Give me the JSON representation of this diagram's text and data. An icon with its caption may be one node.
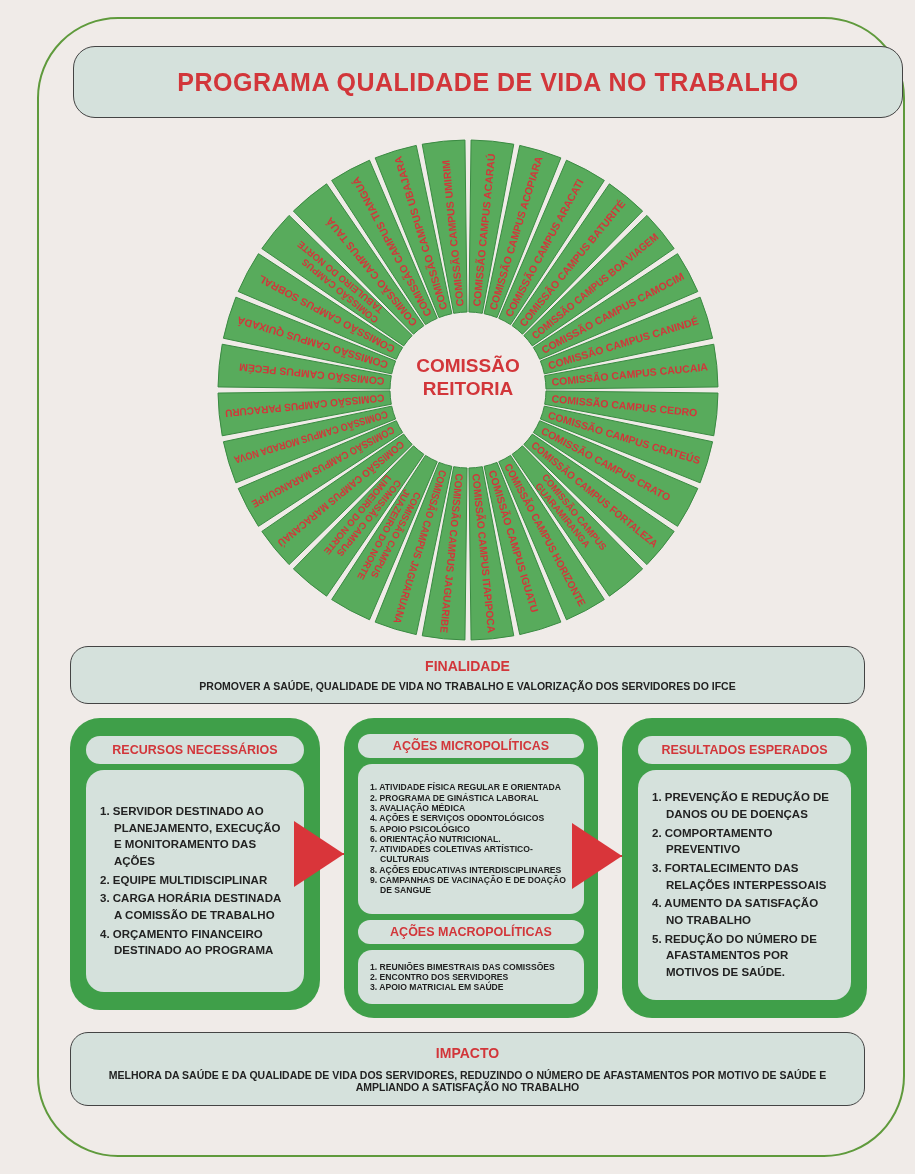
{
  "diagram": {
    "nodes": [
      {
        "text": [
          "PROGRAMA QUALIDADE DE VIDA NO TRABALHO"
        ]
      },
      {
        "text": [
          "COMISSÃO CAMPUS ACARAÚ"
        ]
      },
      {
        "text": [
          "COMISSÃO CAMPUS ACOPIARA"
        ]
      },
      {
        "text": [
          "COMISSÃO CAMPUS ARACATI"
        ]
      },
      {
        "text": [
          "COMISSÃO CAMPUS BATURITÉ"
        ]
      },
      {
        "text": [
          "COMISSÃO CAMPUS BOA VIAGEM"
        ]
      },
      {
        "text": [
          "COMISSÃO CAMPUS CAMOCIM"
        ]
      },
      {
        "text": [
          "COMISSÃO CAMPUS CANINDÉ"
        ]
      },
      {
        "text": [
          "COMISSÃO CAMPUS CAUCAIA"
        ]
      },
      {
        "text": [
          "COMISSÃO CAMPUS CEDRO"
        ]
      },
      {
        "text": [
          "COMISSÃO CAMPUS CRATEÚS"
        ]
      },
      {
        "text": [
          "COMISSÃO CAMPUS CRATO"
        ]
      },
      {
        "text": [
          "COMISSÃO CAMPUS FORTALEZA"
        ]
      },
      {
        "text": [
          "COMISSÃO CAMPUS GUARAMIRANGA"
        ]
      },
      {
        "text": [
          "COMISSÃO CAMPUS HORIZONTE"
        ]
      },
      {
        "text": [
          "COMISSÃO CAMPUS IGUATU"
        ]
      },
      {
        "text": [
          "COMISSÃO CAMPUS ITAPIPOCA"
        ]
      },
      {
        "text": [
          "COMISSÃO CAMPUS JAGUARIBE"
        ]
      },
      {
        "text": [
          "COMISSÃO CAMPUS JAGUARUANA"
        ]
      },
      {
        "text": [
          "COMISSÃO CAMPUS JUAZEIRO DO NORTE"
        ]
      },
      {
        "text": [
          "COMISSÃO CAMPUS LIMOEIRO DO NORTE"
        ]
      },
      {
        "text": [
          "COMISSÃO CAMPUS MARACANAÚ"
        ]
      },
      {
        "text": [
          "COMISSÃO CAMPUS MARANGUAPE"
        ]
      },
      {
        "text": [
          "COMISSÃO CAMPUS MORADA NOVA"
        ]
      },
      {
        "text": [
          "COMISSÃO CAMPUS PARACURU"
        ]
      },
      {
        "text": [
          "COMISSÃO CAMPUS PECÉM"
        ]
      },
      {
        "text": [
          "COMISSÃO CAMPUS QUIXADÁ"
        ]
      },
      {
        "text": [
          "COMISSÃO CAMPUS SOBRAL"
        ]
      },
      {
        "text": [
          "COMISSÃO CAMPUS TABULEIRO DO NORTE"
        ]
      },
      {
        "text": [
          "COMISSÃO CAMPUS TAUÁ"
        ]
      },
      {
        "text": [
          "COMISSÃO CAMPUS TIANGUÁ"
        ]
      },
      {
        "text": [
          "COMISSÃO CAMPUS UBAJARA"
        ]
      },
      {
        "text": [
          "COMISSÃO CAMPUS UMIRIM"
        ]
      },
      {
        "text": [
          "FINALIDADE",
          "PROMOVER A SAÚDE, QUALIDADE DE VIDA NO TRABALHO E VALORIZAÇÃO DOS SERVIDORES DO IFCE"
        ]
      },
      {
        "text": [],
        "shape": "box"
      },
      {
        "text": [
          "RECURSOS NECESSÁRIOS"
        ],
        "in": 34
      },
      {
        "text": [
          "1. SERVIDOR DESTINADO AO PLANEJAMENTO, EXECUÇÃO E MONITORAMENTO DAS AÇÕES",
          "2. EQUIPE MULTIDISCIPLINAR",
          "3. CARGA HORÁRIA DESTINADA A COMISSÃO DE TRABALHO",
          "4. ORÇAMENTO FINANCEIRO DESTINADO AO PROGRAMA"
        ],
        "in": 34
      },
      {
        "text": [],
        "shape": "box"
      },
      {
        "text": [
          "AÇÕES MICROPOLÍTICAS"
        ],
        "in": 37
      },
      {
        "text": [
          "1. ATIVIDADE FÍSICA REGULAR E ORIENTADA",
          "2. PROGRAMA DE GINÁSTICA LABORAL",
          "3. AVALIAÇÃO MÉDICA",
          "4. AÇÕES E SERVIÇOS ODONTOLÓGICOS",
          "5. APOIO PSICOLÓGICO",
          "6. ORIENTAÇÃO NUTRICIONAL.",
          "7. ATIVIDADES COLETIVAS ARTÍSTICO-CULTURAIS",
          "8. AÇÕES EDUCATIVAS INTERDISCIPLINARES",
          "9. CAMPANHAS DE VACINAÇÃO E DE DOAÇÃO DE SANGUE"
        ],
        "in": 37
      },
      {
        "text": [
          "AÇÕES MACROPOLÍTICAS"
        ],
        "in": 37
      },
      {
        "text": [
          "1. REUNIÕES BIMESTRAIS DAS COMISSÕES",
          "2. ENCONTRO DOS SERVIDORES",
          "3. APOIO MATRICIAL EM SAÚDE"
        ],
        "in": 37
      },
      {
        "text": [],
        "shape": "box"
      },
      {
        "text": [
          "RESULTADOS ESPERADOS"
        ],
        "in": 42
      },
      {
        "text": [
          "1. PREVENÇÃO E REDUÇÃO DE DANOS OU DE DOENÇAS",
          "2. COMPORTAMENTO PREVENTIVO",
          "3. FORTALECIMENTO DAS RELAÇÕES INTERPESSOAIS",
          "4. AUMENTO DA SATISFAÇÃO NO TRABALHO",
          "5. REDUÇÃO DO NÚMERO DE AFASTAMENTOS POR MOTIVOS DE SAÚDE."
        ],
        "in": 42
      },
      {
        "text": [
          "IMPACTO",
          "MELHORA DA SAÚDE E DA QUALIDADE DE VIDA DOS SERVIDORES, REDUZINDO O NÚMERO DE AFASTAMENTOS POR MOTIVO DE SAÚDE E AMPLIANDO A SATISFAÇÃO NO TRABALHO"
        ]
      }
    ],
    "edges": [
      {
        "from": 34,
        "to": 37,
        "arrow": "to"
      },
      {
        "from": 37,
        "to": 42,
        "arrow": "to"
      }
    ],
    "labels": [
      "COMISSÃO REITORIA"
    ]
  }
}
